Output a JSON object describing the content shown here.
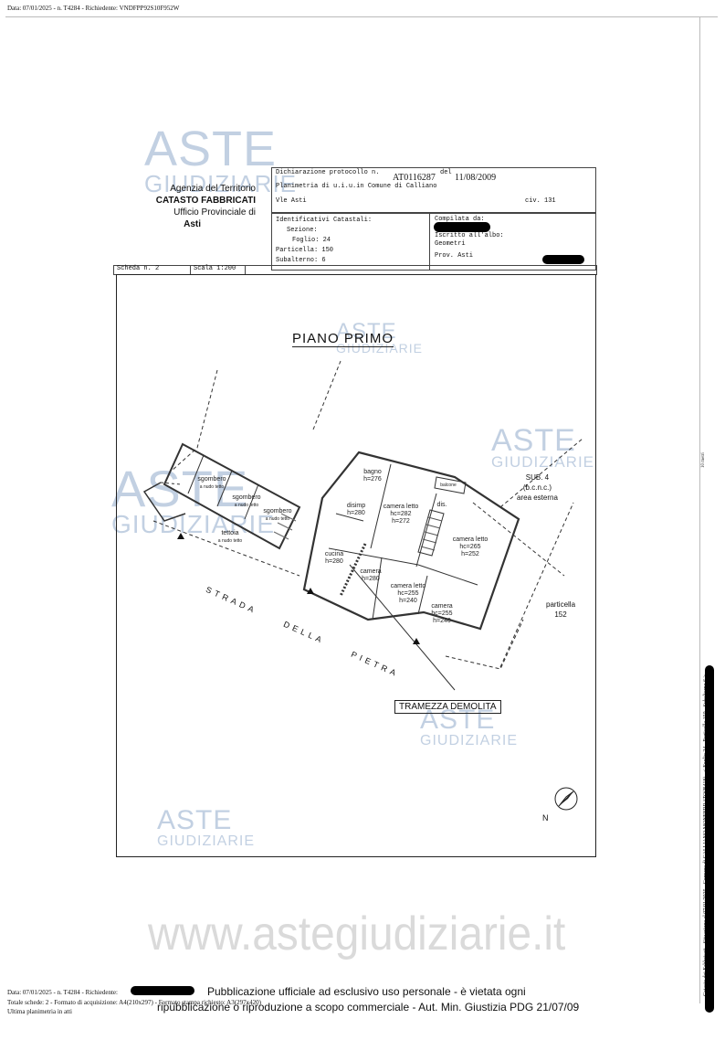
{
  "top_line": "Data: 07/01/2025 - n. T4284 - Richiedente: VNDFPP92S10F952W",
  "agency": {
    "line1": "Agenzia del Territorio",
    "line2": "CATASTO FABBRICATI",
    "line3": "Ufficio Provinciale di",
    "line4": "Asti"
  },
  "header": {
    "dichiarazione_label": "Dichiarazione protocollo n.",
    "protocol_number": "AT0116287",
    "del_label": "del",
    "date": "11/08/2009",
    "planimetria": "Planimetria di u.i.u.in Comune di Calliano",
    "address": "Vle Asti",
    "civico": "civ. 131"
  },
  "identificativi": {
    "title": "Identificativi Catastali:",
    "sezione": "Sezione:",
    "foglio": "Foglio: 24",
    "particella": "Particella: 150",
    "subalterno": "Subalterno: 6"
  },
  "compilata": {
    "label": "Compilata da:",
    "iscritto": "Iscritto all'albo:",
    "albo": "Geometri",
    "prov": "Prov. Asti"
  },
  "scheda": {
    "scheda": "Scheda n. 2",
    "scala": "Scala 1:200"
  },
  "plan": {
    "title": "PIANO PRIMO",
    "street": [
      "STRADA",
      "DELLA",
      "PIETRA"
    ],
    "tramezza": "TRAMEZZA DEMOLITA",
    "sub4": [
      "SUB. 4",
      "(b.c.n.c.)",
      "area esterna"
    ],
    "particella": [
      "particella",
      "152"
    ],
    "north": "N",
    "rooms": [
      {
        "name": "sgombero",
        "sub": "a nudo tetto"
      },
      {
        "name": "sgombero",
        "sub": "a nudo tetto"
      },
      {
        "name": "sgombero",
        "sub": "a nudo tetto"
      },
      {
        "name": "tettoia",
        "sub": "a nudo tetto"
      },
      {
        "name": "bagno",
        "sub": "h=276"
      },
      {
        "name": "disimp",
        "sub": "h=280"
      },
      {
        "name": "camera letto",
        "sub": "hc=282 h=272"
      },
      {
        "name": "dis.",
        "sub": ""
      },
      {
        "name": "balcone",
        "sub": ""
      },
      {
        "name": "camera letto",
        "sub": "hc=265 h=252"
      },
      {
        "name": "cucina",
        "sub": "h=280"
      },
      {
        "name": "camera",
        "sub": "h=280"
      },
      {
        "name": "camera letto",
        "sub": "hc=255 h=240"
      },
      {
        "name": "camera",
        "sub": "hc=255 h=240"
      }
    ]
  },
  "watermark": {
    "line1": "ASTE",
    "line2": "GIUDIZIARIE",
    "url": "www.astegiudiziarie.it"
  },
  "side_text": "Catasto dei Fabbricati - Situazione al 07/01/2025 - Comune di CALLIANO MONFERRATO(B418) - < Foglio 24 - Particella 150 - Subalterno 6 >",
  "side_small": "10 metri",
  "footer": {
    "line1": "Data: 07/01/2025 - n. T4284 - Richiedente:",
    "line2": "Totale schede: 2 - Formato di acquisizione: A4(210x297) - Formato stampa richiesto: A3(297x420)",
    "line3": "Ultima planimetria in atti",
    "notice1": "Pubblicazione ufficiale ad esclusivo uso personale - è vietata ogni",
    "notice2": "ripubblicazione o riproduzione a scopo commerciale - Aut. Min. Giustizia PDG 21/07/09"
  }
}
